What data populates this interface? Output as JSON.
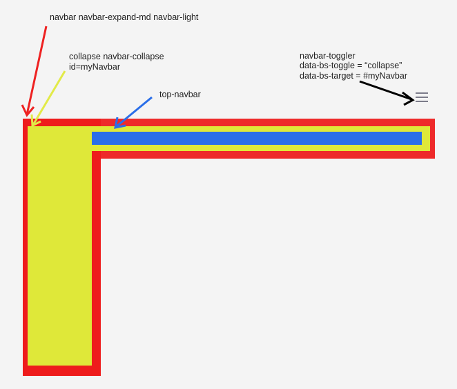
{
  "labels": {
    "navbar": "navbar navbar-expand-md navbar-light",
    "collapse_line1": "collapse navbar-collapse",
    "collapse_line2": "id=myNavbar",
    "top_navbar": "top-navbar",
    "toggler_line1": "navbar-toggler",
    "toggler_line2": "data-bs-toggle = “collapse”",
    "toggler_line3": "data-bs-target = #myNavbar"
  },
  "icons": {
    "toggler": "hamburger-menu-icon"
  },
  "colors": {
    "background": "#f4f4f4",
    "navbar": "#ee2a2a",
    "navbar_left": "#ee1c1c",
    "collapse": "#dfe839",
    "top_navbar": "#2a6ee8",
    "arrow_red": "#ee2222",
    "arrow_yellow": "#e2ea48",
    "arrow_blue": "#2a6ee8",
    "arrow_black": "#000000",
    "toggler_icon": "#555566"
  }
}
